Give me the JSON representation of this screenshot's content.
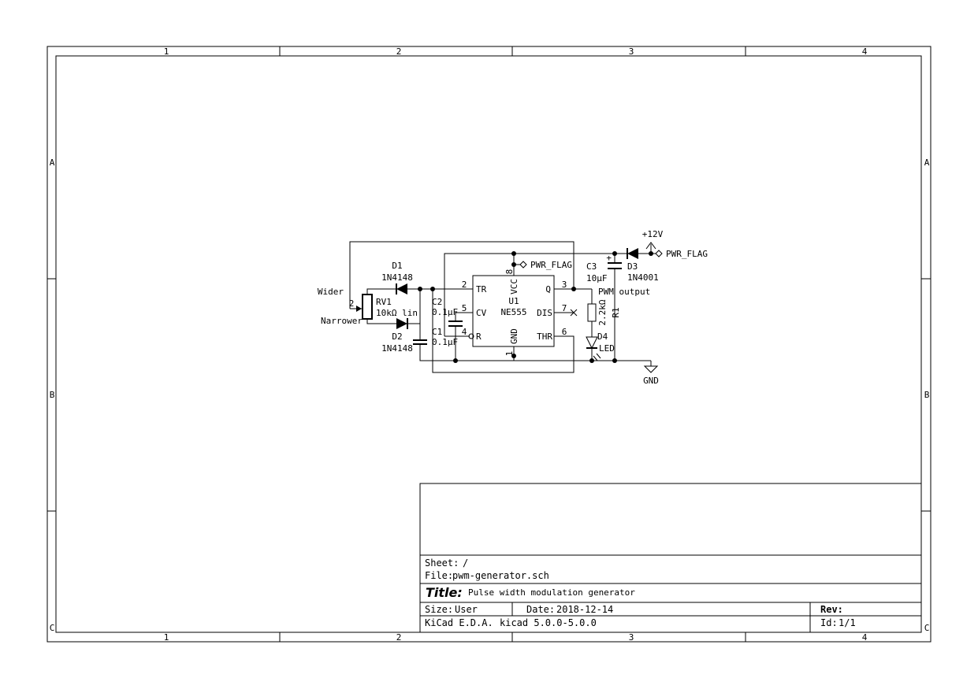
{
  "frame": {
    "columns": [
      "1",
      "2",
      "3",
      "4"
    ],
    "rows": [
      "A",
      "B",
      "C"
    ]
  },
  "title_block": {
    "sheet_label": "Sheet:",
    "sheet_value": "/",
    "file_label": "File:",
    "file_value": "pwm-generator.sch",
    "title_label": "Title:",
    "title_value": "Pulse width modulation generator",
    "size_label": "Size:",
    "size_value": "User",
    "date_label": "Date:",
    "date_value": "2018-12-14",
    "rev_label": "Rev:",
    "rev_value": "",
    "tool_label": "KiCad E.D.A.",
    "tool_value": "kicad 5.0.0-5.0.0",
    "id_label": "Id:",
    "id_value": "1/1"
  },
  "schematic": {
    "u1": {
      "ref": "U1",
      "value": "NE555",
      "pins": {
        "tr": "TR",
        "cv": "CV",
        "r": "R",
        "vcc": "VCC",
        "gnd": "GND",
        "q": "Q",
        "dis": "DIS",
        "thr": "THR"
      },
      "pin_numbers": {
        "p2": "2",
        "p5": "5",
        "p4": "4",
        "p8": "8",
        "p1": "1",
        "p3": "3",
        "p7": "7",
        "p6": "6"
      }
    },
    "d1": {
      "ref": "D1",
      "value": "1N4148"
    },
    "d2": {
      "ref": "D2",
      "value": "1N4148"
    },
    "d3": {
      "ref": "D3",
      "value": "1N4001"
    },
    "d4": {
      "ref": "D4",
      "value": "LED"
    },
    "rv1": {
      "ref": "RV1",
      "value": "10kΩ lin",
      "pin": "2"
    },
    "c1": {
      "ref": "C1",
      "value": "0.1µF"
    },
    "c2": {
      "ref": "C2",
      "value": "0.1µF"
    },
    "c3": {
      "ref": "C3",
      "value": "10µF",
      "polarity": "+"
    },
    "r1": {
      "ref": "R1",
      "value": "2.2kΩ"
    },
    "labels": {
      "wider": "Wider",
      "narrower": "Narrower",
      "pwm_output": "PWM output",
      "pwr_flag_1": "PWR_FLAG",
      "pwr_flag_2": "PWR_FLAG",
      "vcc": "+12V",
      "gnd": "GND"
    }
  }
}
